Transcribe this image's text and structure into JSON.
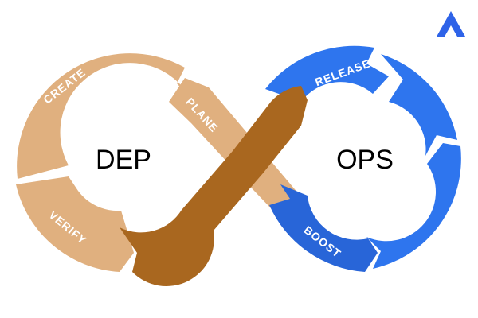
{
  "diagram": {
    "left_center_label": "DEP",
    "right_center_label": "OPS",
    "left_segments": [
      {
        "label": "CREATE"
      },
      {
        "label": "VERIFY"
      },
      {
        "label": "PLANE"
      }
    ],
    "right_segments": [
      {
        "label": "RELEASE"
      },
      {
        "label": "BOOST"
      }
    ]
  },
  "logo": {
    "icon": "triangle-logo-icon"
  },
  "colors": {
    "left_ring": "#E0B07F",
    "crossing_band": "#A9671F",
    "right_ring": "#2E75EE",
    "right_ring_dark": "#2865D8",
    "logo": "#2E63E8",
    "segment_text": "#FFFFFF",
    "center_text": "#000000"
  }
}
